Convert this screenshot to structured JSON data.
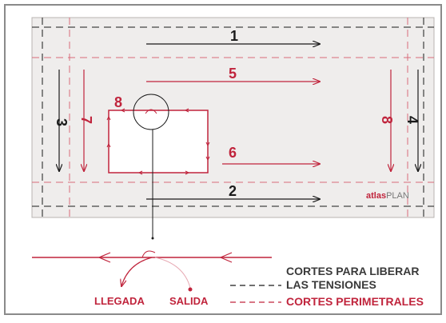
{
  "diagram": {
    "labels": {
      "cut1": "1",
      "cut2": "2",
      "cut3": "3",
      "cut4": "4",
      "cut5": "5",
      "cut6": "6",
      "cut7": "7",
      "cut8_left": "8",
      "cut8_right": "8"
    },
    "brand": {
      "bold": "atlas",
      "light": "PLAN"
    },
    "detail": {
      "arrival": "LLEGADA",
      "departure": "SALIDA"
    },
    "legend": {
      "tension_line1": "CORTES PARA LIBERAR",
      "tension_line2": "LAS TENSIONES",
      "perimeter": "CORTES PERIMETRALES"
    }
  },
  "colors": {
    "red": "#c0243c",
    "black": "#1a1a1a",
    "panel": "#efedec",
    "frame": "#8a8a8a"
  }
}
